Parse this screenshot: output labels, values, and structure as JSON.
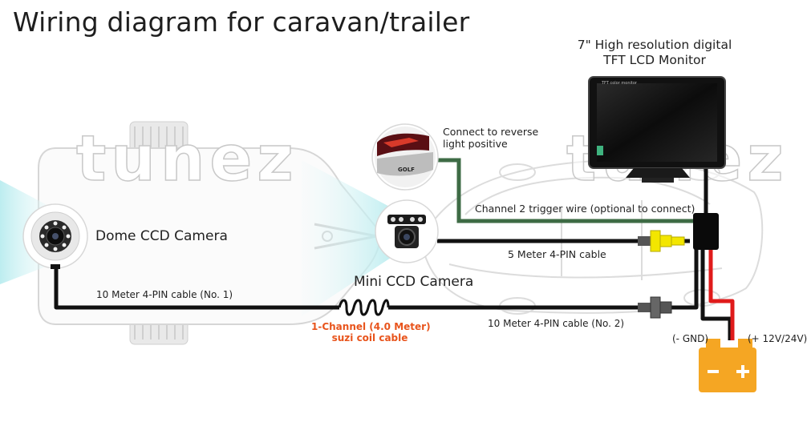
{
  "title": "Wiring diagram for caravan/trailer",
  "monitor": {
    "line1": "7\" High resolution digital",
    "line2": "TFT LCD Monitor",
    "screen_text": "TFT color monitor"
  },
  "dome_camera": {
    "label": "Dome CCD Camera"
  },
  "mini_camera": {
    "label": "Mini  CCD Camera"
  },
  "reverse_light": {
    "line1": "Connect to reverse",
    "line2": "light positive",
    "badge": "GOLF"
  },
  "cables": {
    "channel2": "Channel 2 trigger wire (optional to connect)",
    "five_meter": "5 Meter 4-PIN cable",
    "ten_meter_1": "10 Meter 4-PIN cable (No. 1)",
    "ten_meter_2": "10 Meter 4-PIN cable (No. 2)",
    "coil_line1": "1-Channel (4.0 Meter)",
    "coil_line2": "suzi coil cable"
  },
  "battery": {
    "gnd": "(- GND)",
    "pos": "(+ 12V/24V)"
  },
  "watermark": "tunez",
  "colors": {
    "cable_black": "#111111",
    "trigger_green": "#3e6b45",
    "power_red": "#e01b1b",
    "connector_yellow": "#f3e600",
    "battery_orange": "#f5a623",
    "coil_label": "#e8541c",
    "camera_glow": "#c6eff2"
  }
}
